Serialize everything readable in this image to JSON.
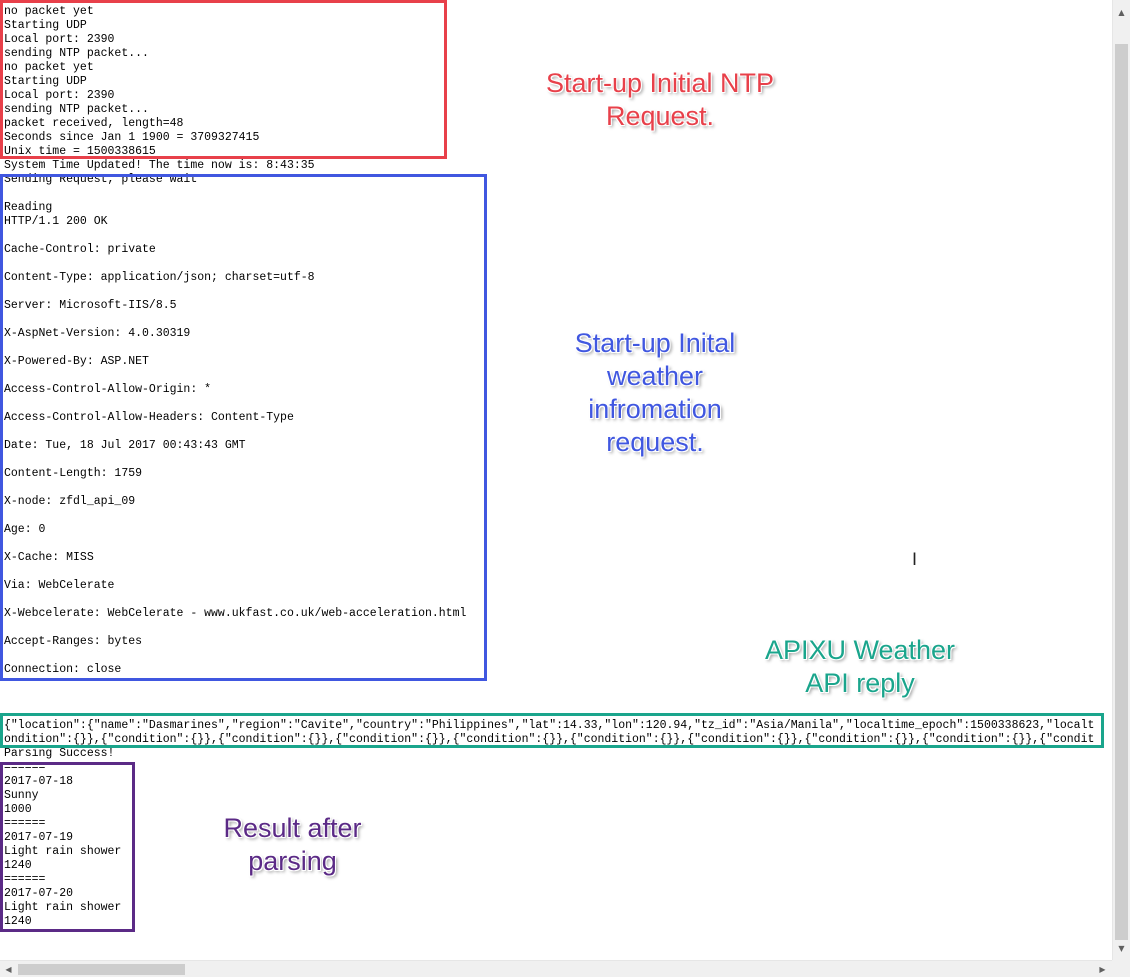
{
  "log_lines": [
    "no packet yet",
    "Starting UDP",
    "Local port: 2390",
    "sending NTP packet...",
    "no packet yet",
    "Starting UDP",
    "Local port: 2390",
    "sending NTP packet...",
    "packet received, length=48",
    "Seconds since Jan 1 1900 = 3709327415",
    "Unix time = 1500338615",
    "System Time Updated! The time now is: 8:43:35",
    "Sending Request, please wait",
    "",
    "Reading",
    "HTTP/1.1 200 OK",
    "",
    "Cache-Control: private",
    "",
    "Content-Type: application/json; charset=utf-8",
    "",
    "Server: Microsoft-IIS/8.5",
    "",
    "X-AspNet-Version: 4.0.30319",
    "",
    "X-Powered-By: ASP.NET",
    "",
    "Access-Control-Allow-Origin: *",
    "",
    "Access-Control-Allow-Headers: Content-Type",
    "",
    "Date: Tue, 18 Jul 2017 00:43:43 GMT",
    "",
    "Content-Length: 1759",
    "",
    "X-node: zfdl_api_09",
    "",
    "Age: 0",
    "",
    "X-Cache: MISS",
    "",
    "Via: WebCelerate",
    "",
    "X-Webcelerate: WebCelerate - www.ukfast.co.uk/web-acceleration.html",
    "",
    "Accept-Ranges: bytes",
    "",
    "Connection: close",
    "",
    "",
    "",
    "{\"location\":{\"name\":\"Dasmarines\",\"region\":\"Cavite\",\"country\":\"Philippines\",\"lat\":14.33,\"lon\":120.94,\"tz_id\":\"Asia/Manila\",\"localtime_epoch\":1500338623,\"localt",
    "ondition\":{}},{\"condition\":{}},{\"condition\":{}},{\"condition\":{}},{\"condition\":{}},{\"condition\":{}},{\"condition\":{}},{\"condition\":{}},{\"condition\":{}},{\"condit",
    "Parsing Success!",
    "======",
    "2017-07-18",
    "Sunny",
    "1000",
    "======",
    "2017-07-19",
    "Light rain shower",
    "1240",
    "======",
    "2017-07-20",
    "Light rain shower",
    "1240"
  ],
  "annotations": {
    "ntp": {
      "lines": [
        "Start-up Initial NTP",
        "Request."
      ],
      "color": "#e8404a"
    },
    "weather": {
      "lines": [
        "Start-up Inital",
        "weather",
        "infromation",
        "request."
      ],
      "color": "#4057e0"
    },
    "api": {
      "lines": [
        "APIXU Weather",
        "API reply"
      ],
      "color": "#1aa58c"
    },
    "result": {
      "lines": [
        "Result after",
        "parsing"
      ],
      "color": "#5b2a86"
    }
  },
  "scrollbars": {
    "up_icon": "scroll-up-arrow",
    "down_icon": "scroll-down-arrow",
    "left_icon": "scroll-left-arrow",
    "right_icon": "scroll-right-arrow"
  },
  "cursor_icon": "text-cursor-ibeam"
}
